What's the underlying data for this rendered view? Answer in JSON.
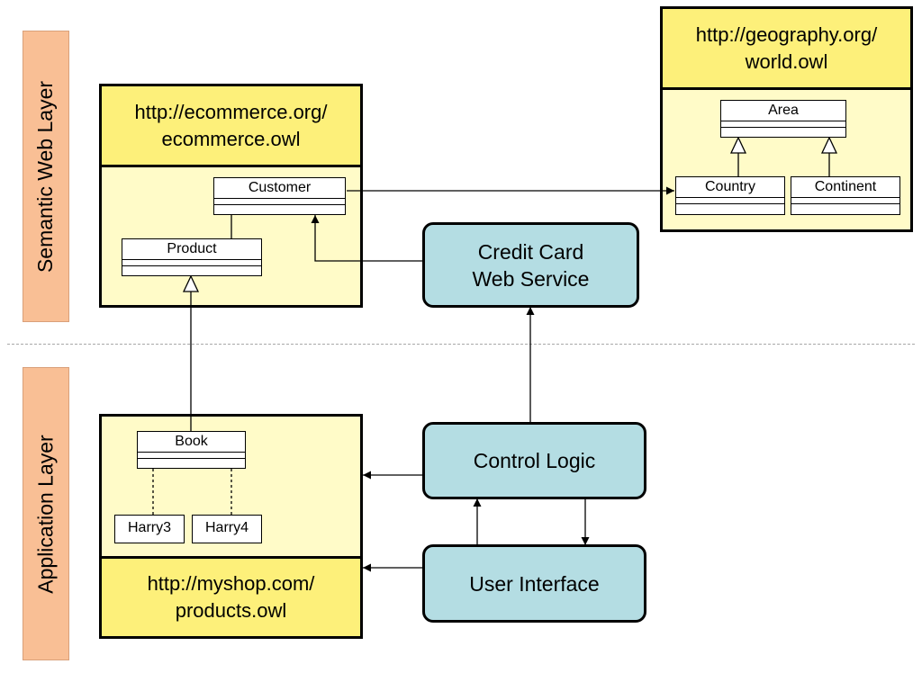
{
  "layers": {
    "semantic": "Semantic Web Layer",
    "application": "Application Layer"
  },
  "ontologies": {
    "ecommerce": {
      "line1": "http://ecommerce.org/",
      "line2": "ecommerce.owl"
    },
    "geography": {
      "line1": "http://geography.org/",
      "line2": "world.owl"
    },
    "myshop": {
      "line1": "http://myshop.com/",
      "line2": "products.owl"
    }
  },
  "classes": {
    "customer": "Customer",
    "product": "Product",
    "area": "Area",
    "country": "Country",
    "continent": "Continent",
    "book": "Book"
  },
  "instances": {
    "harry3": "Harry3",
    "harry4": "Harry4"
  },
  "components": {
    "credit_card": {
      "line1": "Credit Card",
      "line2": "Web Service"
    },
    "control_logic": "Control Logic",
    "user_interface": "User Interface"
  },
  "colors": {
    "layer_label": "#f9bf95",
    "ontology_body": "#fffbc8",
    "ontology_header": "#fdf07a",
    "component": "#b4dde3"
  }
}
